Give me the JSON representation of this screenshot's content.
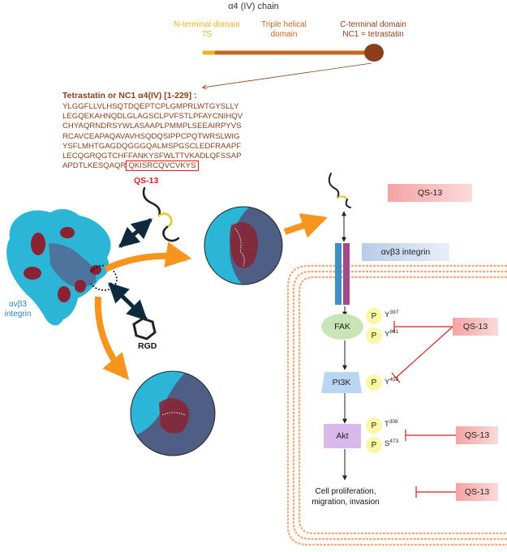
{
  "header": {
    "chain_title": "α4 (IV) chain",
    "domains": [
      {
        "line1": "N-terminal domain",
        "line2": "7S",
        "color": "#f0b21a"
      },
      {
        "line1": "Triple helical",
        "line2": "domain",
        "color": "#c9651e"
      },
      {
        "line1": "C-terminal domain",
        "line2": "NC1 = tetrastatin",
        "color": "#8a3f1a"
      }
    ]
  },
  "sequence": {
    "title": "Tetrastatin or NC1 α4(IV) [1-229] :",
    "lines": [
      "YLGGFLLVLHSQTDQEPTCPLGMPRLWTGYSLLY",
      "LEGQEKAHNQDLGLAGSCLPVFSTLPFAYCNIHQV",
      "CHYAQRNDRSYWLASAAPLPMMPLSEEAIRPYVS",
      "RCAVCEAPAQAVAVHSQDQSIPPCPQTWRSLWIG",
      "YSFLMHTGAGDQGGGQALMSPGSCLEDFRAAPF",
      "LECQGRQGTCHFFANKYSFWLTTVKADLQFSSAP"
    ],
    "last_line_prefix": "APDTLKESQAQR",
    "qs13_sequence": "QKISRCQVCVKYS"
  },
  "labels": {
    "qs13_peptide": "QS-13",
    "integrin_line1": "αvβ3",
    "integrin_line2": "integrin",
    "rgd": "RGD"
  },
  "pathway": {
    "qs13_top": "QS-13",
    "receptor": "αvβ3 integrin",
    "fak": "FAK",
    "pi3k": "PI3K",
    "akt": "Akt",
    "phospho": "P",
    "fak_sites": [
      {
        "residue": "Y",
        "number": "397"
      },
      {
        "residue": "Y",
        "number": "861"
      }
    ],
    "pi3k_site": {
      "residue": "Y",
      "number": "458"
    },
    "akt_sites": [
      {
        "residue": "T",
        "number": "308"
      },
      {
        "residue": "S",
        "number": "473"
      }
    ],
    "outcome_line1": "Cell proliferation,",
    "outcome_line2": "migration, invasion",
    "inhibitor_fak_pi3k": "QS-13",
    "inhibitor_akt": "QS-13",
    "inhibitor_outcome": "QS-13"
  },
  "colors": {
    "sequence_brown": "#8a3f1a",
    "highlight_red": "#e31b1b",
    "protein_cyan": "#2bb6d8",
    "orange_arrow": "#f7941d",
    "membrane": "#f5a878"
  }
}
